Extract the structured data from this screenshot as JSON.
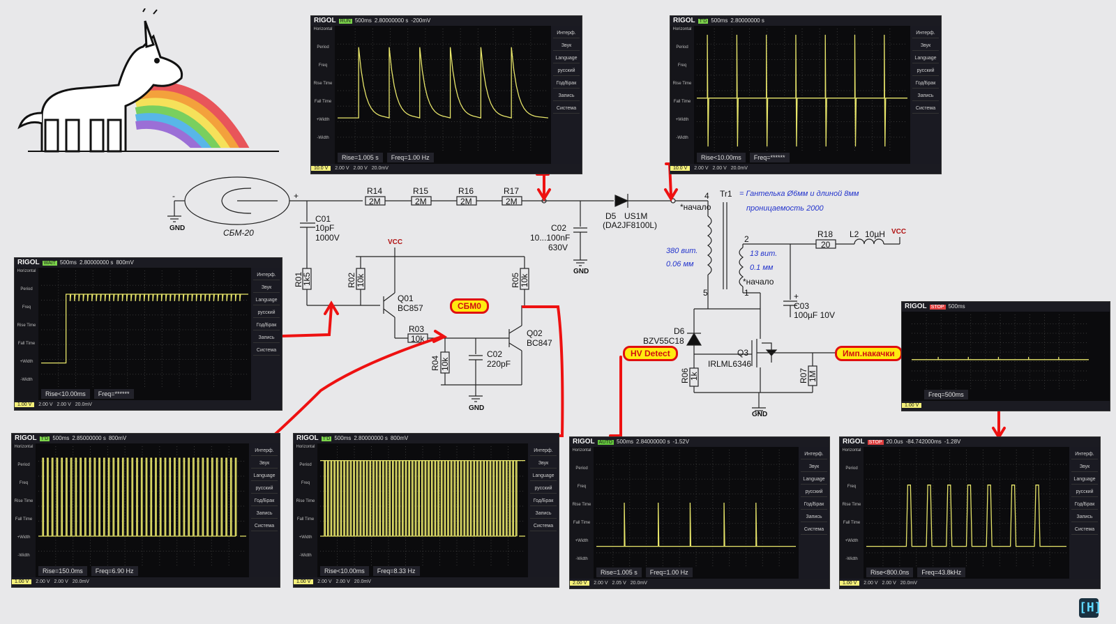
{
  "scope_menu": {
    "left": [
      "Horizontal",
      "Period",
      "Freq",
      "Rise Time",
      "Fall Time",
      "+Width",
      "-Width"
    ],
    "right": [
      "Интерф.",
      "Звук",
      "Language",
      "русский",
      "Год/Брак",
      "Запись",
      "Система"
    ]
  },
  "scopes": [
    {
      "id": "s1",
      "brand": "RIGOL",
      "state": "RUN",
      "timebase": "500ms",
      "delay": "2.80000000 s",
      "trig": "-200mV",
      "ch1": "10.0 V",
      "ch2": "2.00 V",
      "ch3": "2.00 V",
      "ch4": "20.0mV",
      "rise": "Rise=1.005 s",
      "freq": "Freq=1.00 Hz",
      "wave": "exp-decay"
    },
    {
      "id": "s2",
      "brand": "RIGOL",
      "state": "T'D",
      "timebase": "500ms",
      "delay": "2.80000000 s",
      "trig": "",
      "ch1": "10.0 V",
      "ch2": "2.00 V",
      "ch3": "2.00 V",
      "ch4": "20.0mV",
      "rise": "Rise<10.00ms",
      "freq": "Freq=******",
      "wave": "spikes"
    },
    {
      "id": "s3",
      "brand": "RIGOL",
      "state": "WAIT",
      "timebase": "500ms",
      "delay": "2.80000000 s",
      "trig": "800mV",
      "ch1": "1.00 V",
      "ch2": "2.00 V",
      "ch3": "2.00 V",
      "ch4": "20.0mV",
      "rise": "Rise<10.00ms",
      "freq": "Freq=******",
      "wave": "step-noise"
    },
    {
      "id": "s4",
      "brand": "RIGOL",
      "state": "T'D",
      "timebase": "500ms",
      "delay": "2.85000000 s",
      "trig": "800mV",
      "ch1": "1.00 V",
      "ch2": "2.00 V",
      "ch3": "2.00 V",
      "ch4": "20.0mV",
      "rise": "Rise=150.0ms",
      "freq": "Freq=6.90 Hz",
      "wave": "dense"
    },
    {
      "id": "s5",
      "brand": "RIGOL",
      "state": "T'D",
      "timebase": "500ms",
      "delay": "2.80000000 s",
      "trig": "800mV",
      "ch1": "1.00 V",
      "ch2": "2.00 V",
      "ch3": "2.00 V",
      "ch4": "20.0mV",
      "rise": "Rise<10.00ms",
      "freq": "Freq=8.33 Hz",
      "wave": "dense2"
    },
    {
      "id": "s6",
      "brand": "RIGOL",
      "state": "AUTO",
      "timebase": "500ms",
      "delay": "2.84000000 s",
      "trig": "-1.52V",
      "ch1": "2.00 V",
      "ch2": "2.00 V",
      "ch3": "2.05 V",
      "ch4": "20.0mV",
      "rise": "Rise=1.005 s",
      "freq": "Freq=1.00 Hz",
      "wave": "sparse"
    },
    {
      "id": "s7",
      "brand": "RIGOL",
      "state": "STOP",
      "timebase": "500ms",
      "delay": "",
      "trig": "",
      "ch1": "1.00 V",
      "ch2": "",
      "ch3": "",
      "ch4": "",
      "rise": "",
      "freq": "Freq=500ms",
      "wave": "flat-marker"
    },
    {
      "id": "s8",
      "brand": "RIGOL",
      "state": "STOP",
      "timebase": "20.0us",
      "delay": "-84.742000ms",
      "trig": "-1.28V",
      "ch1": "1.00 V",
      "ch2": "2.00 V",
      "ch3": "2.00 V",
      "ch4": "20.0mV",
      "rise": "Rise<800.0ns",
      "freq": "Freq=43.8kHz",
      "wave": "pulses"
    }
  ],
  "schematic": {
    "tube": "СБМ-20",
    "gnd": "GND",
    "vcc": "VCC",
    "r14": "R14",
    "r14v": "2M",
    "r15": "R15",
    "r15v": "2M",
    "r16": "R16",
    "r16v": "2M",
    "r17": "R17",
    "r17v": "2M",
    "c01": "C01",
    "c01v1": "10pF",
    "c01v2": "1000V",
    "c02": "C02",
    "c02v1": "10...100nF",
    "c02v2": "630V",
    "d5": "D5",
    "d5v": "US1M",
    "d5v2": "(DA2JF8100L)",
    "tr1": "Tr1",
    "tr_note1": "= Гантелька  Ø6мм и длиной 8мм",
    "tr_note2": "проницаемость 2000",
    "nachalo": "*начало",
    "n4": "4",
    "n5": "5",
    "n2": "2",
    "n1": "1",
    "w1a": "380 вит.",
    "w1b": "0.06 мм",
    "w2a": "13 вит.",
    "w2b": "0.1 мм",
    "r18": "R18",
    "r18v": "20",
    "l2": "L2",
    "l2v": "10µH",
    "c03": "C03",
    "c03v": "100µF 10V",
    "r01": "R01",
    "r01v": "1k5",
    "r02": "R02",
    "r02v": "10k",
    "q01": "Q01",
    "q01v": "BC857",
    "r05": "R05",
    "r05v": "10k",
    "r03": "R03",
    "r03v": "10k",
    "q02": "Q02",
    "q02v": "BC847",
    "r04": "R04",
    "r04v": "10k",
    "c02b": "C02",
    "c02bv": "220pF",
    "d6": "D6",
    "d6v": "BZV55C18",
    "r06": "R06",
    "r06v": "1k",
    "q3": "Q3",
    "q3v": "IRLML6346",
    "r07": "R07",
    "r07v": "1M",
    "plus": "+",
    "minus": "-"
  },
  "tags": {
    "sbm0": "СБМ0",
    "hv": "HV Detect",
    "imp": "Имп.накачки"
  },
  "logo": "[H]"
}
